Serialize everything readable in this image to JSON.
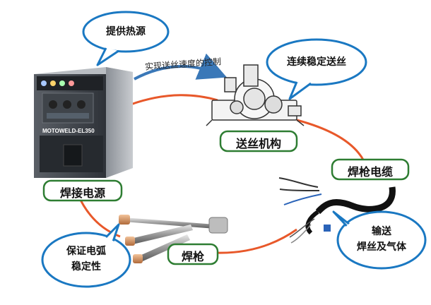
{
  "bubbles": {
    "heat": "提供热源",
    "wire_feed": "连续稳定送丝",
    "arc_line1": "保证电弧",
    "arc_line2": "稳定性",
    "transport_line1": "输送",
    "transport_line2": "焊丝及气体"
  },
  "labels": {
    "feeder": "送丝机构",
    "power_source": "焊接电源",
    "cable": "焊枪电缆",
    "torch": "焊枪"
  },
  "annotation": {
    "speed_control": "实现送丝速度的控制"
  },
  "machine": {
    "model": "MOTOWELD-EL350"
  },
  "colors": {
    "bubble_border": "#1a78c2",
    "label_border": "#2e7d32",
    "connector": "#e8582a",
    "arrow": "#3a78b8"
  }
}
